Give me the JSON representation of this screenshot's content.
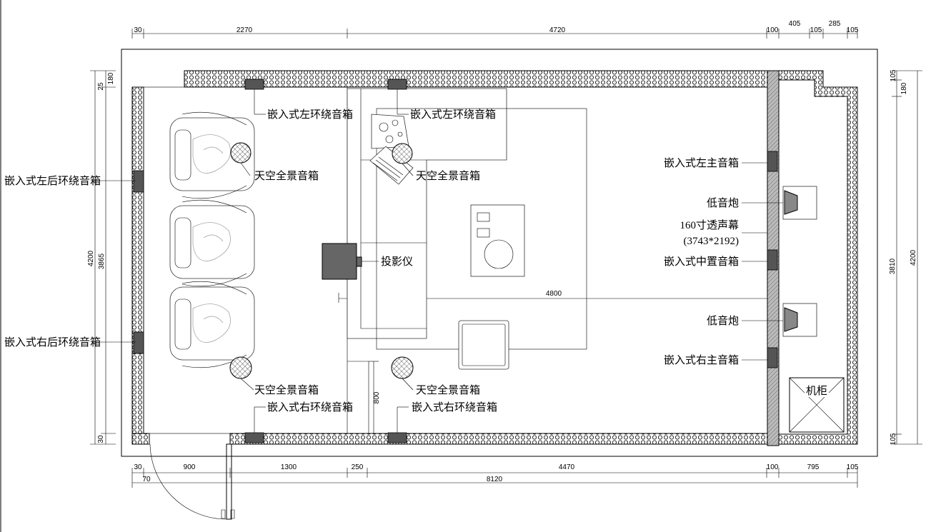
{
  "dimensions": {
    "top": [
      "30",
      "2270",
      "4720",
      "100",
      "405",
      "105",
      "285",
      "105"
    ],
    "bottom1": [
      "30",
      "900",
      "1300",
      "250",
      "4470",
      "100",
      "795",
      "105"
    ],
    "bottom2": [
      "70",
      "8120"
    ],
    "left": [
      "25",
      "180",
      "4200",
      "3865",
      "30"
    ],
    "right": [
      "105",
      "180",
      "3810",
      "4200",
      "105"
    ],
    "interior": [
      "4800",
      "800"
    ]
  },
  "labels": {
    "left_surround_1": "嵌入式左环绕音箱",
    "left_surround_2": "嵌入式左环绕音箱",
    "right_surround_1": "嵌入式右环绕音箱",
    "right_surround_2": "嵌入式右环绕音箱",
    "left_rear_surround": "嵌入式左后环绕音箱",
    "right_rear_surround": "嵌入式右后环绕音箱",
    "atmos_1": "天空全景音箱",
    "atmos_2": "天空全景音箱",
    "atmos_3": "天空全景音箱",
    "atmos_4": "天空全景音箱",
    "projector": "投影仪",
    "left_main": "嵌入式左主音箱",
    "subwoofer_1": "低音炮",
    "screen": "160寸透声幕",
    "screen_size": "(3743*2192)",
    "center": "嵌入式中置音箱",
    "subwoofer_2": "低音炮",
    "right_main": "嵌入式右主音箱",
    "cabinet": "机柜"
  }
}
